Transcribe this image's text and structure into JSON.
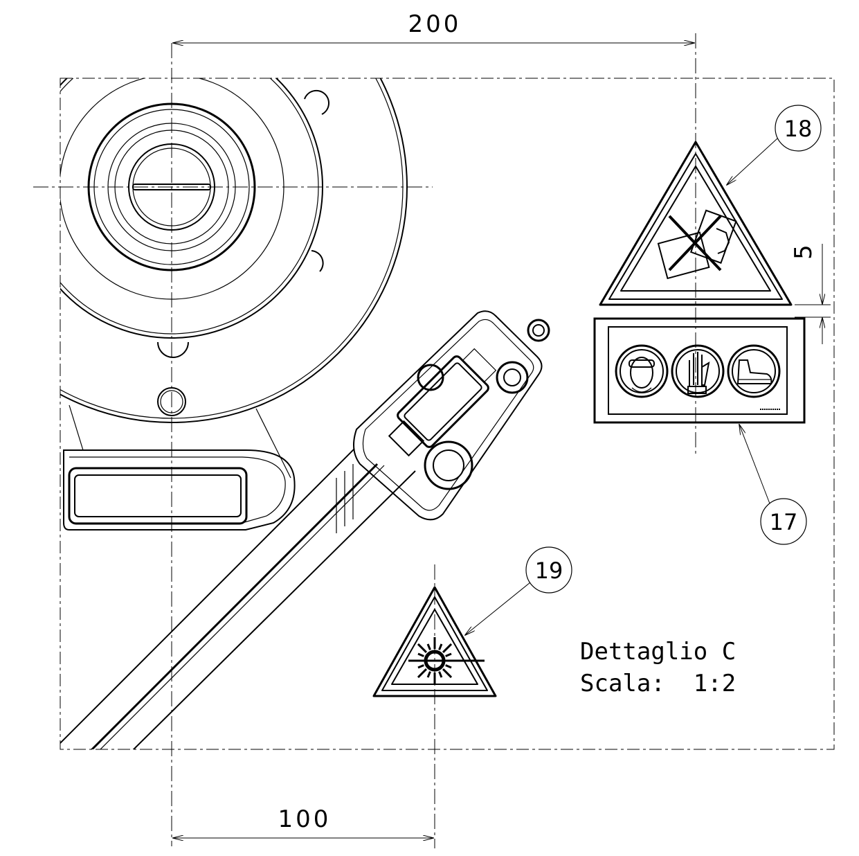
{
  "dimensions": {
    "top": "200",
    "bottom": "100",
    "right": "5"
  },
  "balloons": {
    "b18": "18",
    "b17": "17",
    "b19": "19"
  },
  "detail_note": {
    "line1": "Dettaglio C",
    "line2": "Scala:  1:2"
  },
  "colors": {
    "line": "#000000",
    "background": "#ffffff"
  },
  "icons": {
    "sign_18": "warning-triangle-no-carrying-icon",
    "sign_17": "ppe-mandatory-panel",
    "sign_19": "laser-warning-icon",
    "ppe": [
      "face-shield-icon",
      "gloves-icon",
      "safety-boots-icon"
    ]
  }
}
